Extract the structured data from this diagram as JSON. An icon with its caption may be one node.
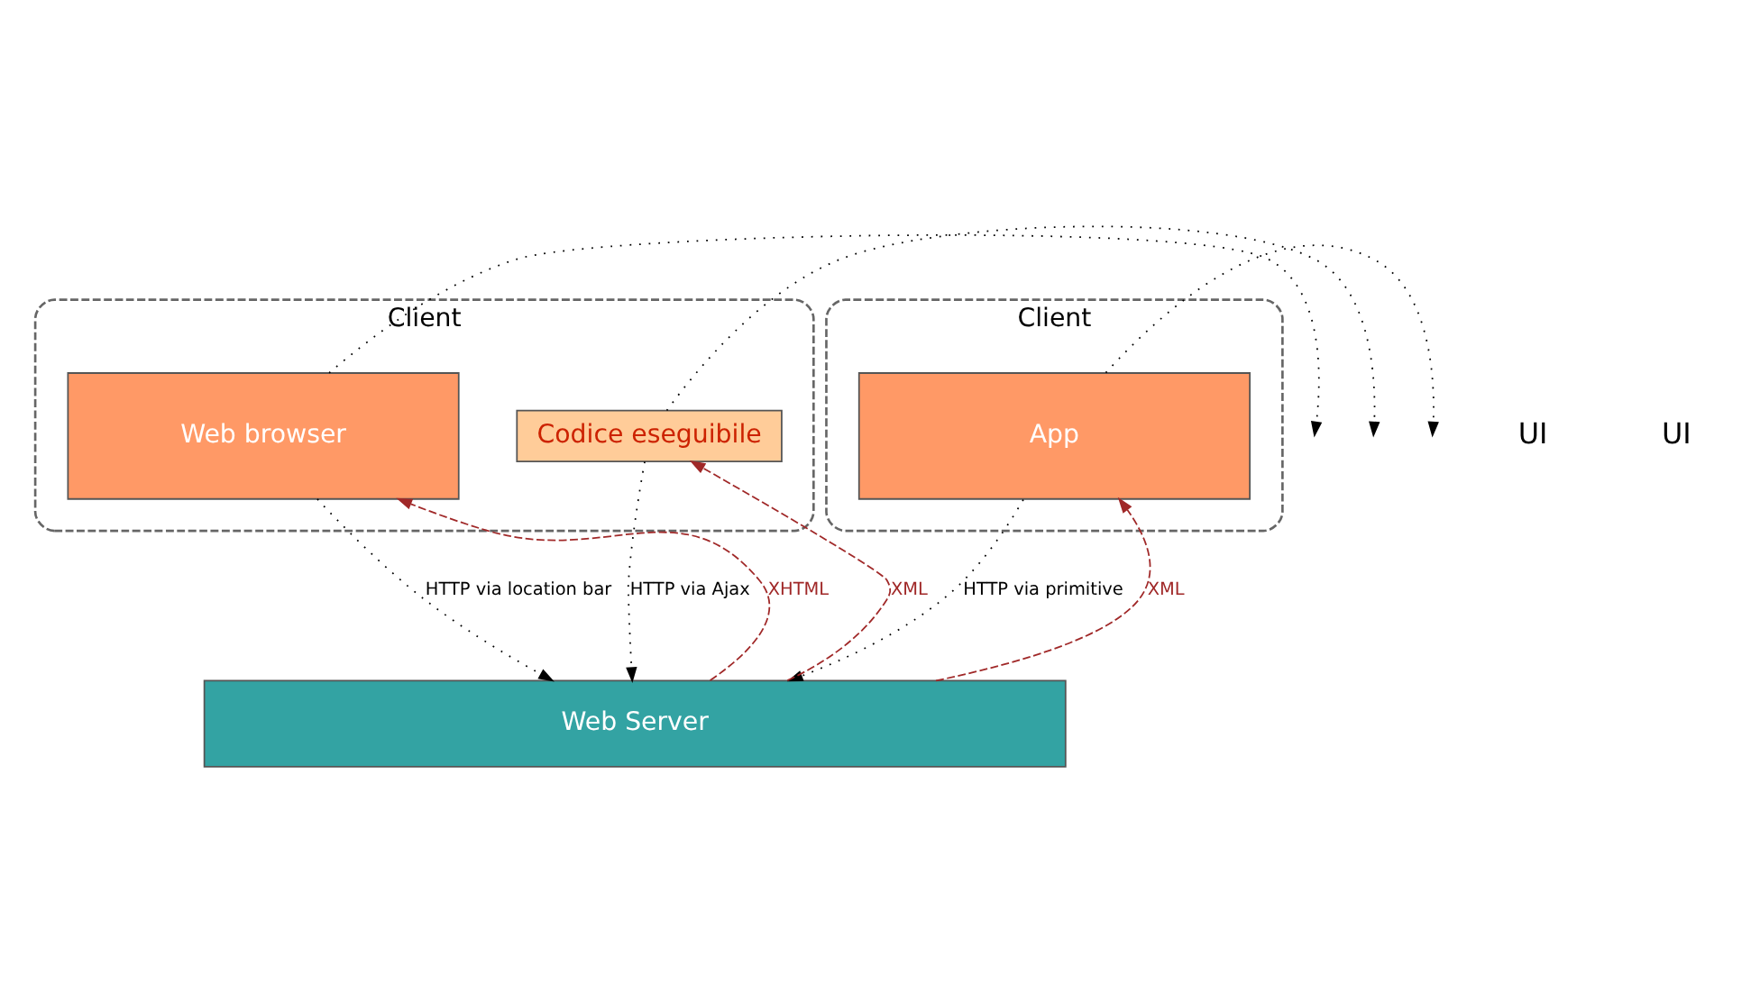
{
  "diagram": {
    "nodes": [
      {
        "text": [
          "Client"
        ]
      },
      {
        "text": [
          "Web browser"
        ],
        "in": 0
      },
      {
        "text": [
          "Codice eseguibile"
        ],
        "in": 0
      },
      {
        "text": [
          "Client"
        ]
      },
      {
        "text": [
          "App"
        ],
        "in": 3
      },
      {
        "text": [
          "Web Server"
        ]
      }
    ],
    "edges": [
      {
        "from": 1,
        "to": null,
        "arrow": "to"
      },
      {
        "from": 2,
        "to": null,
        "arrow": "to"
      },
      {
        "from": 4,
        "to": null,
        "arrow": "to"
      },
      {
        "from": 2,
        "to": 5,
        "arrow": "to",
        "label": "HTTP via Ajax"
      },
      {
        "from": 5,
        "to": 2,
        "arrow": "to",
        "label": "XML",
        "style": "dashed",
        "color": "#a02828"
      },
      {
        "from": 1,
        "to": 5,
        "arrow": "to",
        "label": "HTTP via location bar"
      },
      {
        "from": 5,
        "to": 1,
        "arrow": "to",
        "label": "XHTML",
        "style": "dashed",
        "color": "#a02828"
      },
      {
        "from": 4,
        "to": 5,
        "arrow": "to",
        "label": "HTTP via primitive"
      },
      {
        "from": 5,
        "to": 4,
        "arrow": "to",
        "label": "XML",
        "style": "dashed",
        "color": "#a02828"
      }
    ],
    "labels": [
      "UI",
      "UI"
    ]
  }
}
